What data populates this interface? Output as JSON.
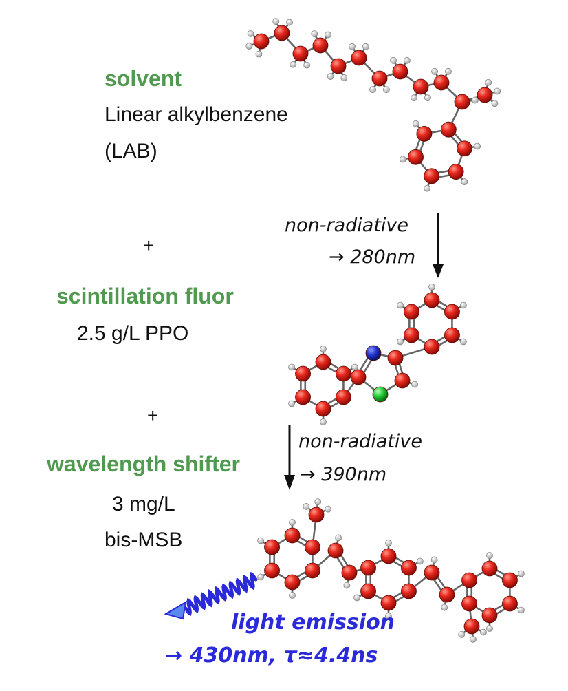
{
  "solvent": {
    "heading": "solvent",
    "line1": "Linear alkylbenzene",
    "line2": "(LAB)"
  },
  "plus1": "+",
  "arrow1": {
    "label": "non-radiative",
    "value": "→ 280nm"
  },
  "fluor": {
    "heading": "scintillation fluor",
    "amount": "2.5 g/L PPO"
  },
  "plus2": "+",
  "arrow2": {
    "label": "non-radiative",
    "value": "→ 390nm"
  },
  "shifter": {
    "heading": "wavelength shifter",
    "amount": "3 mg/L",
    "name": "bis-MSB"
  },
  "emission": {
    "line1": "light emission",
    "line2": "→ 430nm, τ≈4.4ns"
  },
  "colors": {
    "heading": "#4f9a4f",
    "emission": "#2a2ad8",
    "carbon": "#e8281e",
    "hydrogen": "#f4f4f4",
    "nitrogen": "#2233cc",
    "oxygen": "#22cc33"
  }
}
